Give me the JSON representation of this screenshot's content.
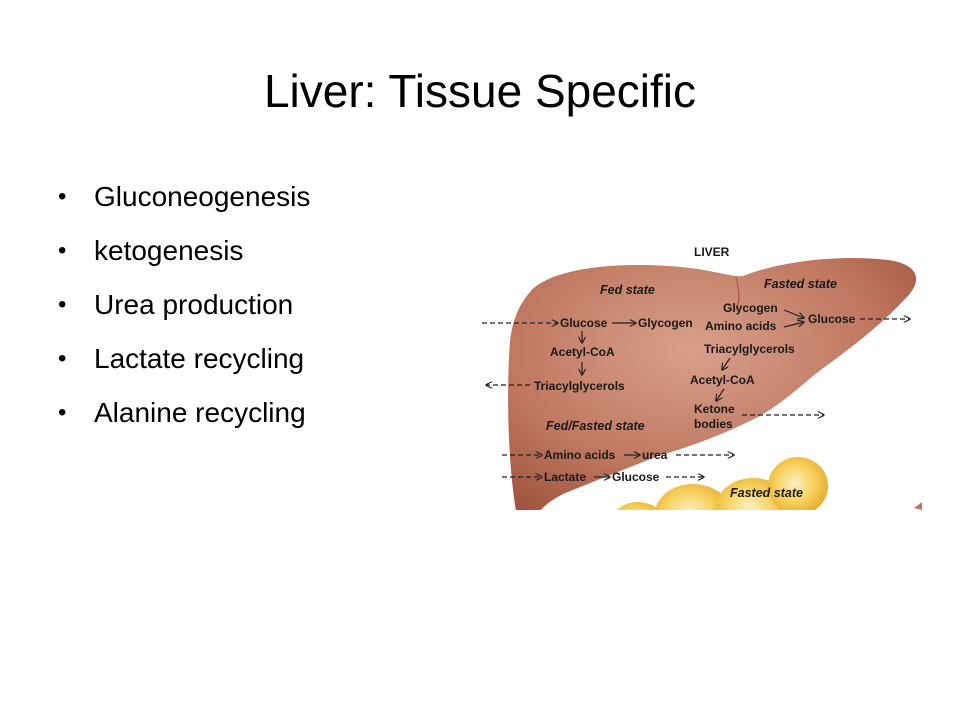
{
  "slide": {
    "title": "Liver: Tissue Specific",
    "bullets": [
      "Gluconeogenesis",
      "ketogenesis",
      "Urea production",
      "Lactate recycling",
      "Alanine recycling"
    ]
  },
  "figure": {
    "organ_label": "LIVER",
    "fed_state_label": "Fed state",
    "fasted_state_label": "Fasted state",
    "fed_fasted_label": "Fed/Fasted state",
    "adipose_label": "Fasted state",
    "fed": {
      "glucose": "Glucose",
      "glycogen": "Glycogen",
      "acetyl_coa": "Acetyl-CoA",
      "triacylglycerols": "Triacylglycerols"
    },
    "fasted": {
      "glycogen": "Glycogen",
      "amino_acids": "Amino acids",
      "glucose": "Glucose",
      "triacylglycerols": "Triacylglycerols",
      "acetyl_coa": "Acetyl-CoA",
      "ketone": "Ketone",
      "bodies": "bodies"
    },
    "both": {
      "amino_acids": "Amino acids",
      "urea": "urea",
      "lactate": "Lactate",
      "glucose": "Glucose"
    },
    "colors": {
      "liver": "#b5674f",
      "liver_highlight": "#d49a86",
      "fat_cell": "#f3c13a",
      "fat_cell_light": "#fbe7a6"
    }
  }
}
